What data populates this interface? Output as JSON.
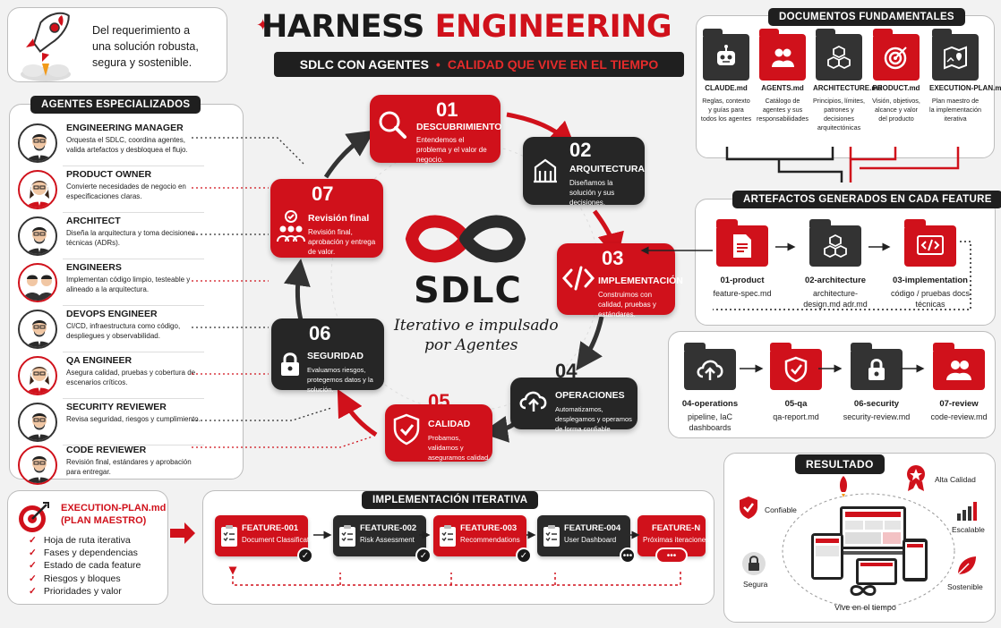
{
  "header": {
    "title_dark": "HARNESS",
    "title_red": "ENGINEERING",
    "subtitle_left": "SDLC CON AGENTES",
    "subtitle_sep": "•",
    "subtitle_right": "CALIDAD QUE VIVE EN EL TIEMPO",
    "tagline": "Del requerimiento a una solución robusta, segura y sostenible."
  },
  "agents": {
    "heading": "AGENTES ESPECIALIZADOS",
    "items": [
      {
        "name": "ENGINEERING MANAGER",
        "desc": "Orquesta el SDLC, coordina agentes, valida artefactos y desbloquea el flujo."
      },
      {
        "name": "PRODUCT OWNER",
        "desc": "Convierte necesidades de negocio en especificaciones claras."
      },
      {
        "name": "ARCHITECT",
        "desc": "Diseña la arquitectura y toma decisiones técnicas (ADRs)."
      },
      {
        "name": "ENGINEERS",
        "desc": "Implementan código limpio, testeable y alineado a la arquitectura."
      },
      {
        "name": "DEVOPS ENGINEER",
        "desc": "CI/CD, infraestructura como código, despliegues y observabilidad."
      },
      {
        "name": "QA ENGINEER",
        "desc": "Asegura calidad, pruebas y cobertura de escenarios críticos."
      },
      {
        "name": "SECURITY REVIEWER",
        "desc": "Revisa seguridad, riesgos y cumplimiento."
      },
      {
        "name": "CODE REVIEWER",
        "desc": "Revisión final, estándares y aprobación para entregar."
      }
    ]
  },
  "cycle": {
    "center_title": "SDLC",
    "center_subtitle_1": "Iterativo e impulsado",
    "center_subtitle_2": "por Agentes",
    "steps": [
      {
        "num": "01",
        "title": "DESCUBRIMIENTO",
        "desc": "Entendemos el problema y el valor de negocio."
      },
      {
        "num": "02",
        "title": "ARQUITECTURA",
        "desc": "Diseñamos la solución y sus decisiones."
      },
      {
        "num": "03",
        "title": "IMPLEMENTACIÓN",
        "desc": "Construimos con calidad, pruebas y estándares."
      },
      {
        "num": "04",
        "title": "OPERACIONES",
        "desc": "Automatizamos, desplegamos y operamos de forma confiable"
      },
      {
        "num": "05",
        "title": "CALIDAD",
        "desc": "Probamos, validamos y aseguramos calidad."
      },
      {
        "num": "06",
        "title": "SEGURIDAD",
        "desc": "Evaluamos riesgos, protegemos datos y la solución."
      },
      {
        "num": "07",
        "title": "Revisión final",
        "desc": "Revisión final, aprobación y entrega de valor."
      }
    ]
  },
  "docs": {
    "heading": "DOCUMENTOS FUNDAMENTALES",
    "items": [
      {
        "name": "CLAUDE.md",
        "desc": "Reglas, contexto y guías para todos los agentes"
      },
      {
        "name": "AGENTS.md",
        "desc": "Catálogo de agentes y sus responsabilidades"
      },
      {
        "name": "ARCHITECTURE.md",
        "desc": "Principios, límites, patrones y decisiones arquitectónicas"
      },
      {
        "name": "PRODUCT.md",
        "desc": "Visión, objetivos, alcance y valor del producto"
      },
      {
        "name": "EXECUTION-PLAN.md",
        "desc": "Plan maestro de la implementación iterativa"
      }
    ]
  },
  "artifacts": {
    "heading": "ARTEFACTOS GENERADOS EN CADA FEATURE",
    "items": [
      {
        "name": "01-product",
        "desc": "feature-spec.md"
      },
      {
        "name": "02-architecture",
        "desc": "architecture-design.md adr.md"
      },
      {
        "name": "03-implementation",
        "desc": "código / pruebas docs técnicas"
      },
      {
        "name": "04-operations",
        "desc": "pipeline, IaC dashboards"
      },
      {
        "name": "05-qa",
        "desc": "qa-report.md"
      },
      {
        "name": "06-security",
        "desc": "security-review.md"
      },
      {
        "name": "07-review",
        "desc": "code-review.md"
      }
    ]
  },
  "plan": {
    "title_1": "EXECUTION-PLAN.md",
    "title_2": "(PLAN MAESTRO)",
    "items": [
      "Hoja de ruta iterativa",
      "Fases y dependencias",
      "Estado de cada feature",
      "Riesgos y bloques",
      "Prioridades y valor"
    ]
  },
  "iteration": {
    "heading": "IMPLEMENTACIÓN ITERATIVA",
    "features": [
      {
        "id": "FEATURE-001",
        "name": "Document Classification",
        "badge": "✓"
      },
      {
        "id": "FEATURE-002",
        "name": "Risk Assessment",
        "badge": "✓"
      },
      {
        "id": "FEATURE-003",
        "name": "Recommendations",
        "badge": "✓"
      },
      {
        "id": "FEATURE-004",
        "name": "User Dashboard",
        "badge": "•••"
      },
      {
        "id": "FEATURE-N",
        "name": "Próximas iteraciones",
        "badge": "•••"
      }
    ]
  },
  "result": {
    "heading": "RESULTADO",
    "labels": {
      "quality": "Alta Calidad",
      "reliable": "Confiable",
      "scalable": "Escalable",
      "secure": "Segura",
      "sustainable": "Sostenible",
      "lives": "Vive en el tiempo"
    }
  },
  "colors": {
    "accent": "#d0111b",
    "dark": "#262626",
    "bg": "#f2f2f2"
  }
}
